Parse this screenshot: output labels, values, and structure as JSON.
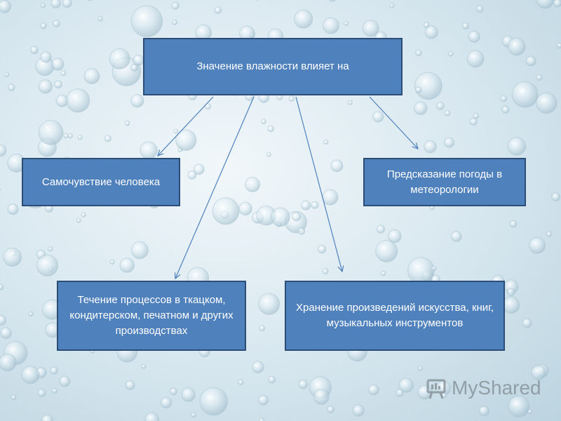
{
  "diagram": {
    "root": {
      "label": "Значение влажности влияет на"
    },
    "nodes": [
      {
        "id": "health",
        "label": "Самочувствие человека"
      },
      {
        "id": "forecast",
        "label": "Предсказание погоды в метеорологии"
      },
      {
        "id": "production",
        "label": "Течение процессов в ткацком, кондитерском, печатном и других производствах"
      },
      {
        "id": "storage",
        "label": "Хранение произведений искусства, книг, музыкальных инструментов"
      }
    ],
    "edges": [
      {
        "from": "root",
        "to": "health"
      },
      {
        "from": "root",
        "to": "production"
      },
      {
        "from": "root",
        "to": "storage"
      },
      {
        "from": "root",
        "to": "forecast"
      }
    ]
  },
  "watermark": {
    "text": "MyShared",
    "icon": "presentation-board-icon"
  },
  "colors": {
    "box_fill": "#4f81bd",
    "box_border": "#2c4d75",
    "box_text": "#ffffff",
    "arrow": "#4f81bd"
  }
}
